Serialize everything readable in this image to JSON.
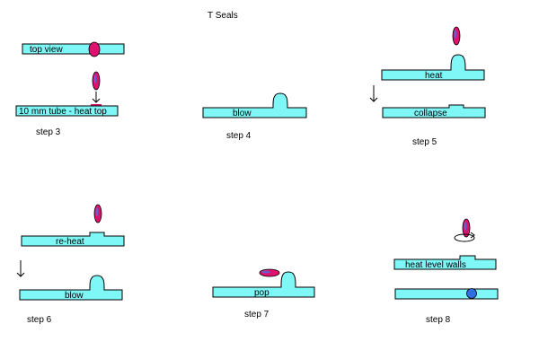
{
  "title": "T Seals",
  "colors": {
    "tube": "#7ff7f7",
    "outline": "#000000",
    "flame": "#e0106f",
    "flame_core": "#6a5cc9",
    "blob": "#2f6fe0"
  },
  "steps": [
    {
      "caption": "step 3",
      "tubes": [
        "top view",
        "10 mm tube - heat top"
      ]
    },
    {
      "caption": "step 4",
      "tubes": [
        "blow"
      ]
    },
    {
      "caption": "step 5",
      "tubes": [
        "heat",
        "collapse"
      ]
    },
    {
      "caption": "step 6",
      "tubes": [
        "re-heat",
        "blow"
      ]
    },
    {
      "caption": "step 7",
      "tubes": [
        "pop"
      ]
    },
    {
      "caption": "step 8",
      "tubes": [
        "heat level walls",
        ""
      ]
    }
  ],
  "icons": {
    "flame": "flame-icon",
    "down_arrow": "down-arrow-icon",
    "rotate": "rotate-icon"
  }
}
